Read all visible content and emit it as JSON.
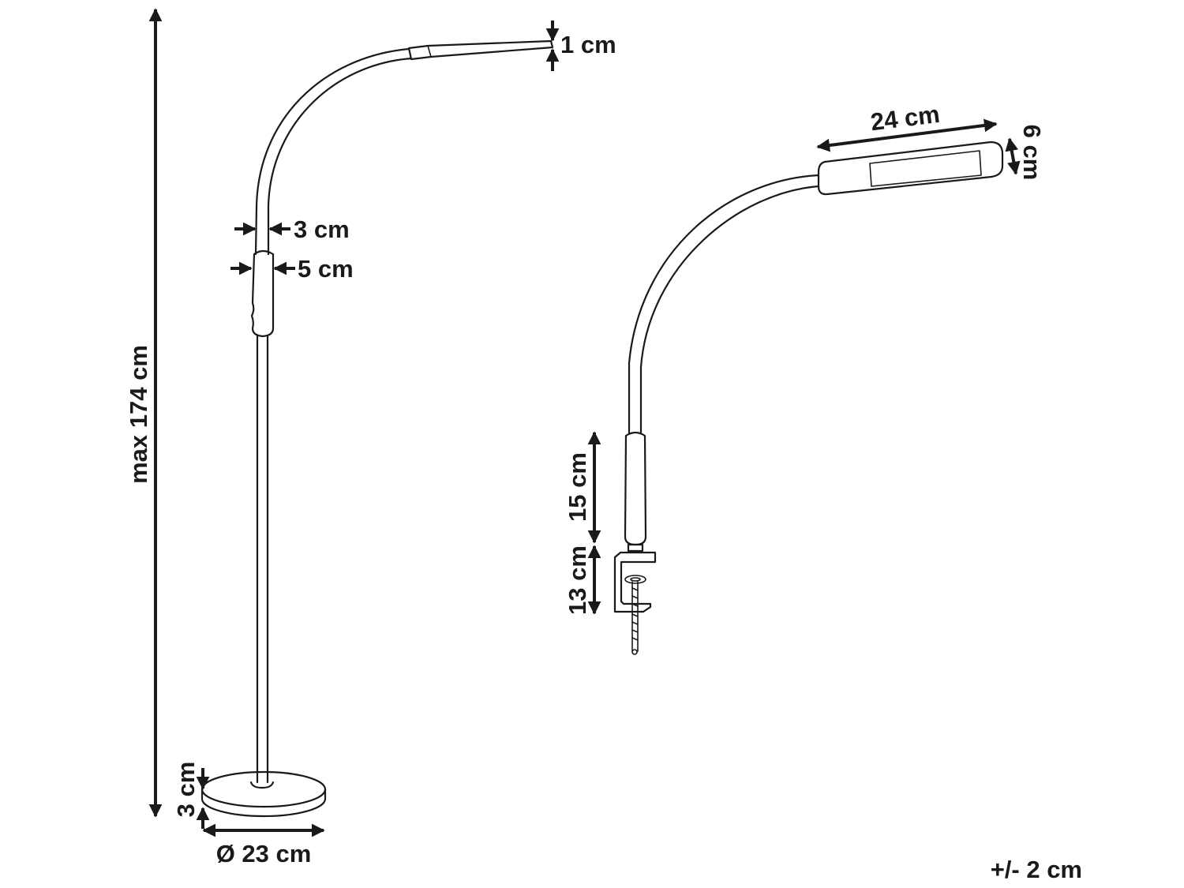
{
  "floor_lamp": {
    "height_label": "max 174 cm",
    "head_thickness_label": "1 cm",
    "arm_diameter_label": "3 cm",
    "grip_diameter_label": "5 cm",
    "base_height_label": "3 cm",
    "base_diameter_label": "Ø 23 cm"
  },
  "clamp_lamp": {
    "head_length_label": "24 cm",
    "head_width_label": "6 cm",
    "grip_length_label": "15 cm",
    "clamp_height_label": "13 cm"
  },
  "tolerance_label": "+/- 2 cm"
}
